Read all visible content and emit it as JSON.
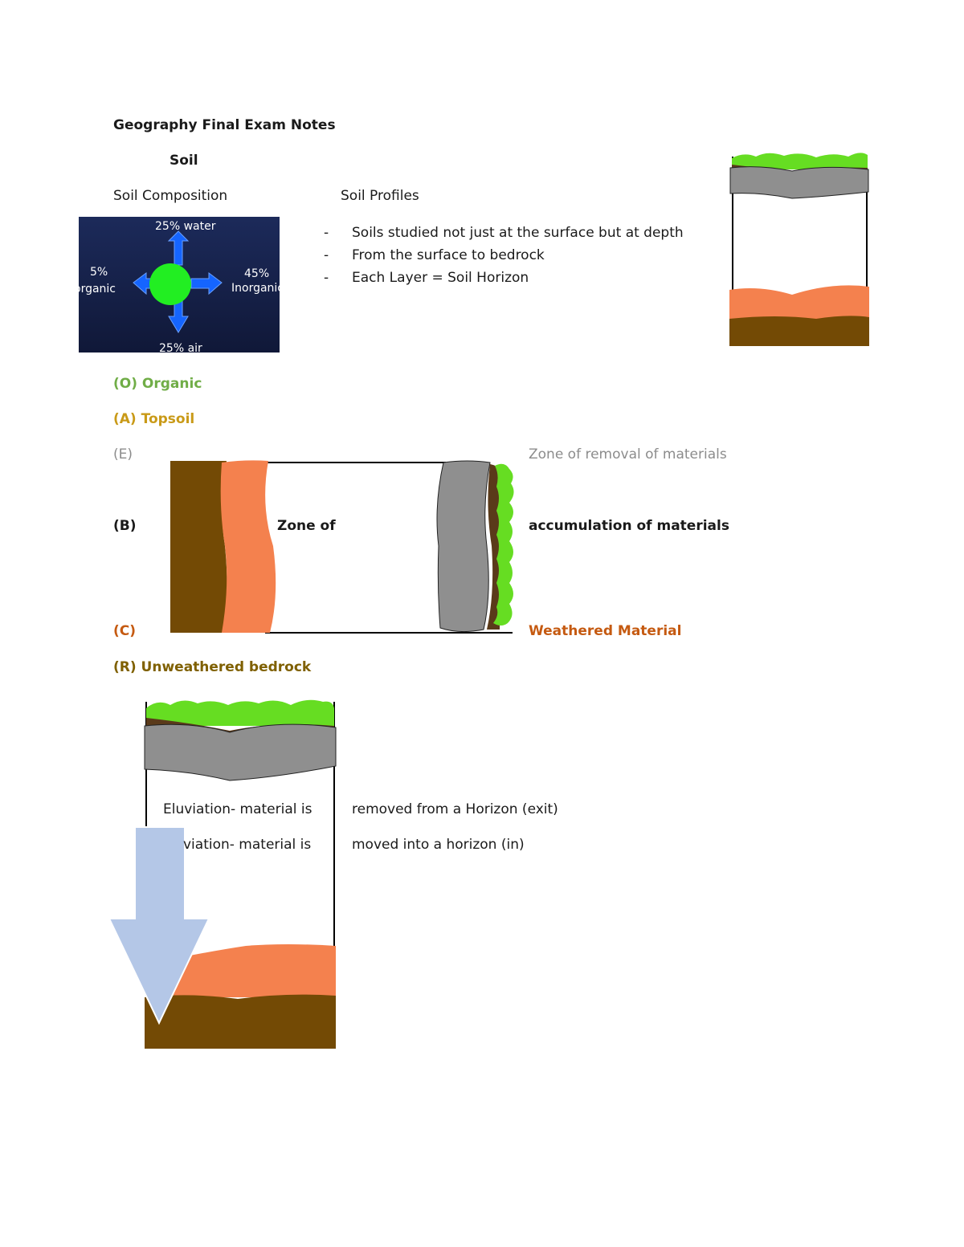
{
  "title": "Geography Final Exam Notes",
  "section": "Soil",
  "composition": {
    "heading": "Soil Composition",
    "water": "25% water",
    "organic_pct": "5%",
    "organic_word": "organic",
    "inorganic_pct": "45%",
    "inorganic_word": "Inorganic",
    "air": "25% air",
    "colors": {
      "bg": "#1c2a5a",
      "arrow": "#1565ff",
      "center": "#22ee22"
    }
  },
  "profiles": {
    "heading": "Soil Profiles",
    "bullets": [
      "Soils studied not just at the surface but at depth",
      "From the surface to bedrock",
      "Each Layer = Soil Horizon"
    ],
    "dash": "-"
  },
  "horizons": {
    "O": "(O) Organic",
    "A": "(A) Topsoil",
    "E": "(E)",
    "B": "(B)",
    "C": "(C)",
    "R": "(R) Unweathered bedrock",
    "colors": {
      "O": "#70ad47",
      "A": "#c99a18",
      "E": "#8c8c8c",
      "B": "#1a1a1a",
      "C": "#c55a11",
      "R": "#7f6000"
    }
  },
  "zones": {
    "middle": "Zone of",
    "removal": "Zone of removal of materials",
    "accumulation": "accumulation of materials",
    "weathered": "Weathered Material"
  },
  "processes": {
    "eluviation_left": "Eluviation- material is",
    "eluviation_right": "removed from a Horizon (exit)",
    "illuviation_left": "viation- material is",
    "illuviation_right": "moved into a horizon (in)"
  },
  "layer_colors": {
    "grass": "#66dd22",
    "dark_soil": "#5a3a1a",
    "gray": "#8f8f8f",
    "orange": "#f4814e",
    "brown": "#734a05",
    "arrow": "#b4c7e7"
  }
}
